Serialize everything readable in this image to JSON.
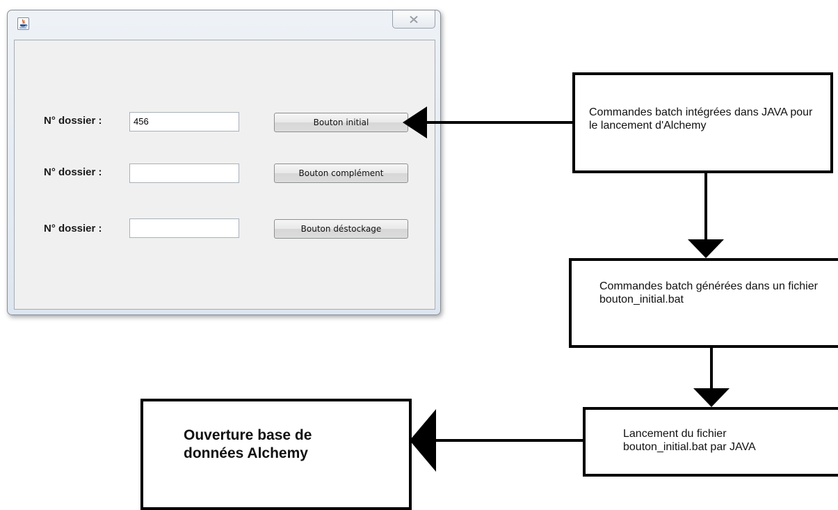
{
  "window": {
    "close_glyph": "☒",
    "rows": [
      {
        "label": "N° dossier :",
        "value": "456",
        "button": "Bouton initial"
      },
      {
        "label": "N° dossier :",
        "value": "",
        "button": "Bouton complément"
      },
      {
        "label": "N° dossier :",
        "value": "",
        "button": "Bouton déstockage"
      }
    ]
  },
  "flowchart": {
    "box1": "Commandes batch intégrées dans JAVA pour le lancement d'Alchemy",
    "box2": "Commandes batch générées dans un fichier bouton_initial.bat",
    "box3": "Lancement du fichier bouton_initial.bat par JAVA",
    "box4": "Ouverture base de données Alchemy"
  }
}
